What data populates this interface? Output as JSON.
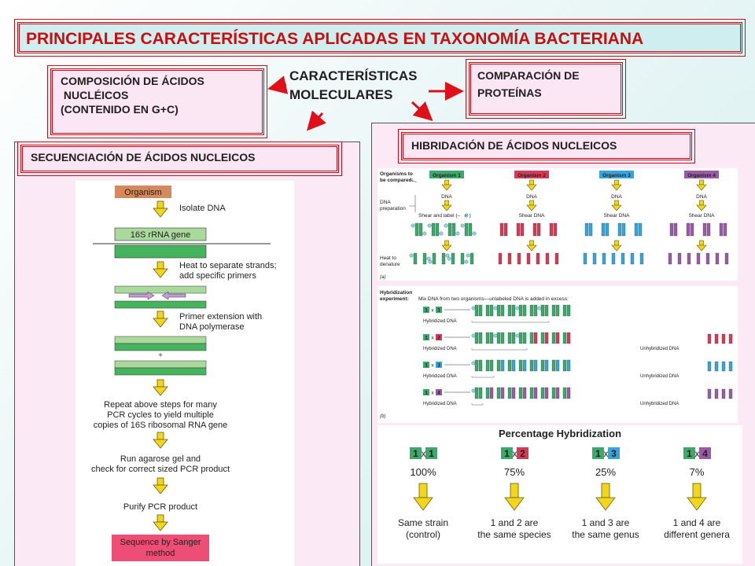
{
  "title": "PRINCIPALES CARACTERÍSTICAS APLICADAS EN TAXONOMÍA BACTERIANA",
  "center_label": [
    "CARACTERÍSTICAS",
    "MOLECULARES"
  ],
  "boxes": {
    "composition": [
      "COMPOSICIÓN DE ÁCIDOS",
      " NUCLÉICOS",
      "(CONTENIDO EN G+C)"
    ],
    "proteins": [
      "COMPARACIÓN DE",
      "PROTEÍNAS"
    ],
    "sequencing": "SECUENCIACIÓN DE ÁCIDOS NUCLEICOS",
    "hybridization": "HIBRIDACIÓN DE ÁCIDOS NUCLEICOS"
  },
  "sequencing_figure": {
    "organism": "Organism",
    "steps": {
      "isolate": "Isolate DNA",
      "gene": "16S rRNA gene",
      "heat": [
        "Heat to separate strands;",
        "add specific primers"
      ],
      "extension": [
        "Primer extension with",
        "DNA polymerase"
      ],
      "plus": "+",
      "repeat": [
        "Repeat above steps for many",
        "PCR cycles to yield multiple",
        "copies of 16S ribosomal RNA gene"
      ],
      "gel": [
        "Run agarose gel and",
        "check for correct sized PCR product"
      ],
      "purify": "Purify PCR product",
      "sanger": [
        "Sequence by Sanger",
        "method"
      ]
    }
  },
  "hybridization_figure": {
    "organisms_to_compare": [
      "Organisms to",
      "be compared:"
    ],
    "organisms": [
      {
        "label": "Organism 1",
        "color": "#3aaa6a"
      },
      {
        "label": "Organism 2",
        "color": "#d63a56"
      },
      {
        "label": "Organism 3",
        "color": "#35a6dd"
      },
      {
        "label": "Organism 4",
        "color": "#9a5aa8"
      }
    ],
    "dna": "DNA",
    "dna_preparation": [
      "DNA",
      "preparation"
    ],
    "shear_and_label": "Shear and label (–",
    "label_mark": "P",
    "label_close": ")",
    "shear_dna": "Shear DNA",
    "heat_denature": [
      "Heat to",
      "denature"
    ],
    "panel_a": "(a)",
    "experiment": [
      "Hybridization",
      "experiment:"
    ],
    "experiment_desc": "Mix DNA from two organisms—unlabeled DNA is added in excess:",
    "pairs": [
      "1",
      "2",
      "3",
      "4"
    ],
    "times": "x",
    "hybridized": "Hybridized DNA",
    "unhybridized": "Unhybridized DNA",
    "panel_b": "(b)",
    "percentage_title": "Percentage Hybridization",
    "results": [
      {
        "pair": "1",
        "percent": "100%",
        "desc": [
          "Same strain",
          "(control)"
        ]
      },
      {
        "pair": "2",
        "percent": "75%",
        "desc": [
          "1 and 2 are",
          "the same species"
        ]
      },
      {
        "pair": "3",
        "percent": "25%",
        "desc": [
          "1 and 3 are",
          "the same genus"
        ]
      },
      {
        "pair": "4",
        "percent": "7%",
        "desc": [
          "1 and 4 are",
          "different genera"
        ]
      }
    ]
  },
  "colors": {
    "accent": "#cc0d0d",
    "arrow": "#f2d61a",
    "organism_box": "#d48a5c",
    "gene_green": "#46b45c",
    "sanger_box": "#ee4d75"
  }
}
